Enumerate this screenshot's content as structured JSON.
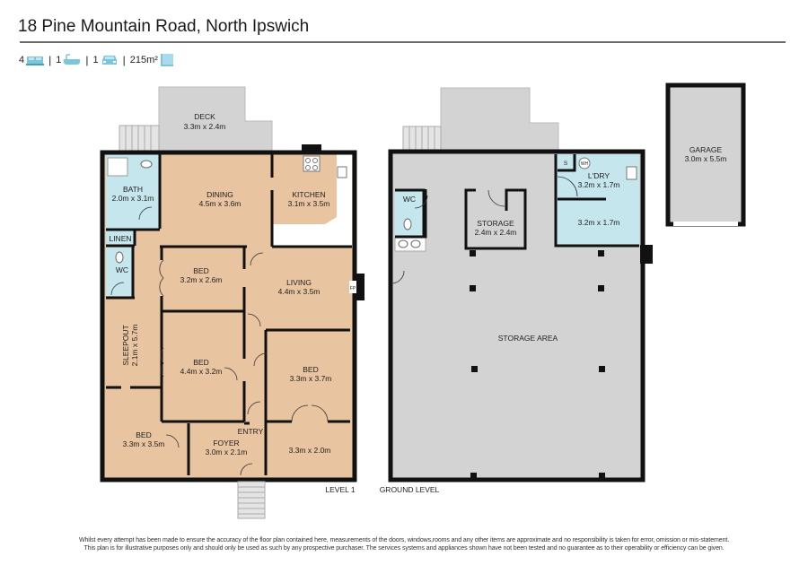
{
  "header": {
    "title": "18 Pine Mountain Road, North Ipswich",
    "stats": {
      "bedrooms": "4",
      "bathrooms": "1",
      "car_spaces": "1",
      "area": "215m²",
      "separator": "|"
    }
  },
  "level1": {
    "label": "LEVEL 1",
    "rooms": {
      "deck": {
        "name": "DECK",
        "size": "3.3m x 2.4m"
      },
      "bath": {
        "name": "BATH",
        "size": "2.0m x 3.1m"
      },
      "dining": {
        "name": "DINING",
        "size": "4.5m x 3.6m"
      },
      "kitchen": {
        "name": "KITCHEN",
        "size": "3.1m x 3.5m"
      },
      "linen": {
        "name": "LINEN"
      },
      "wc": {
        "name": "WC"
      },
      "bed1": {
        "name": "BED",
        "size": "3.2m x 2.6m"
      },
      "living": {
        "name": "LIVING",
        "size": "4.4m x 3.5m"
      },
      "fp": {
        "name": "FP"
      },
      "sleepout": {
        "name": "SLEEPOUT",
        "size": "2.1m x 5.7m"
      },
      "bed2": {
        "name": "BED",
        "size": "4.4m x 3.2m"
      },
      "bed3": {
        "name": "BED",
        "size": "3.3m x 3.7m"
      },
      "bed4": {
        "name": "BED",
        "size": "3.3m x 3.5m"
      },
      "entry": {
        "name": "ENTRY"
      },
      "foyer": {
        "name": "FOYER",
        "size": "3.0m x 2.1m"
      },
      "room": {
        "size": "3.3m x 2.0m"
      }
    }
  },
  "ground": {
    "label": "GROUND LEVEL",
    "rooms": {
      "wc": {
        "name": "WC"
      },
      "storage": {
        "name": "STORAGE",
        "size": "2.4m x 2.4m"
      },
      "s": {
        "name": "S"
      },
      "wh": {
        "name": "WH"
      },
      "laundry": {
        "name": "L'DRY",
        "size": "3.2m x 1.7m"
      },
      "laundry2": {
        "size": "3.2m x 1.7m"
      },
      "storage_area": {
        "name": "STORAGE AREA"
      },
      "garage": {
        "name": "GARAGE",
        "size": "3.0m x 5.5m"
      }
    }
  },
  "footer": {
    "line1": "Whilst every attempt has been made to ensure the accuracy of the floor plan contained here, measurements of the doors, windows,rooms and any other items are approximate and no responsibility is taken for error, omission or mis-statement.",
    "line2": "This plan is for illustrative purposes only and should only be used as such by any prospective purchaser. The services systems and appliances shown have not been tested and no guarantee as to their operability or efficiency can be given."
  },
  "colors": {
    "wood": "#e8c4a0",
    "wet": "#c4e6ec",
    "concrete": "#d3d3d3",
    "icon": "#7cc6da",
    "wall": "#111111"
  }
}
